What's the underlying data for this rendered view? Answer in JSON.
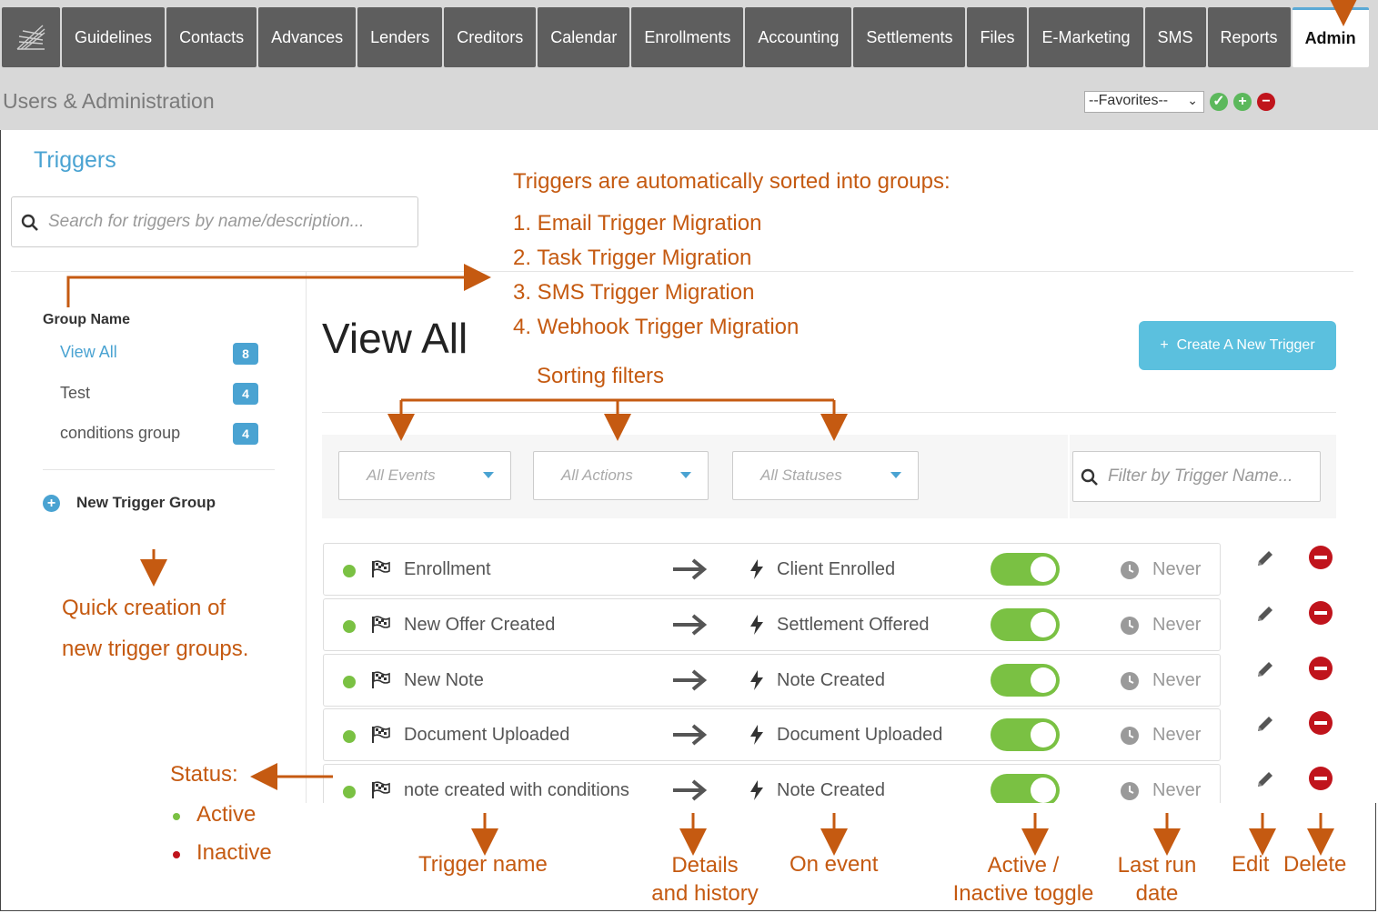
{
  "nav": {
    "tabs": [
      "Guidelines",
      "Contacts",
      "Advances",
      "Lenders",
      "Creditors",
      "Calendar",
      "Enrollments",
      "Accounting",
      "Settlements",
      "Files",
      "E-Marketing",
      "SMS",
      "Reports",
      "Admin"
    ],
    "active_tab": "Admin"
  },
  "header": {
    "page_title": "Users & Administration",
    "favorites": "--Favorites--"
  },
  "triggers": {
    "title": "Triggers",
    "search_placeholder": "Search for triggers by name/description...",
    "group_header": "Group Name",
    "groups": [
      {
        "label": "View All",
        "count": "8"
      },
      {
        "label": "Test",
        "count": "4"
      },
      {
        "label": "conditions group",
        "count": "4"
      }
    ],
    "new_group_label": "New Trigger Group",
    "view_title": "View All",
    "create_button": "Create A New Trigger",
    "filters": {
      "events": "All Events",
      "actions": "All Actions",
      "statuses": "All Statuses",
      "name_placeholder": "Filter by Trigger Name..."
    },
    "rows": [
      {
        "name": "Enrollment",
        "event": "Client Enrolled",
        "last_run": "Never"
      },
      {
        "name": "New Offer Created",
        "event": "Settlement Offered",
        "last_run": "Never"
      },
      {
        "name": "New Note",
        "event": "Note Created",
        "last_run": "Never"
      },
      {
        "name": "Document Uploaded",
        "event": "Document Uploaded",
        "last_run": "Never"
      },
      {
        "name": "note created with conditions",
        "event": "Note Created",
        "last_run": "Never"
      }
    ]
  },
  "annotations": {
    "groups_heading": "Triggers are automatically sorted into groups:",
    "groups_list": [
      "1.  Email Trigger Migration",
      "2.  Task Trigger Migration",
      "3.  SMS Trigger Migration",
      "4.  Webhook Trigger Migration"
    ],
    "sorting_filters": "Sorting filters",
    "quick_creation_1": "Quick creation of",
    "quick_creation_2": "new trigger groups.",
    "status": "Status:",
    "active": "Active",
    "inactive": "Inactive",
    "trigger_name": "Trigger name",
    "details_1": "Details",
    "details_2": "and history",
    "on_event": "On event",
    "toggle_1": "Active /",
    "toggle_2": "Inactive toggle",
    "last_run_1": "Last run",
    "last_run_2": "date",
    "edit": "Edit",
    "delete": "Delete"
  },
  "colors": {
    "nav_tab": "#5e5e5e",
    "accent": "#4aa3d2",
    "active_green": "#7ac143",
    "delete_red": "#c0141c",
    "annotation": "#c55a11"
  }
}
